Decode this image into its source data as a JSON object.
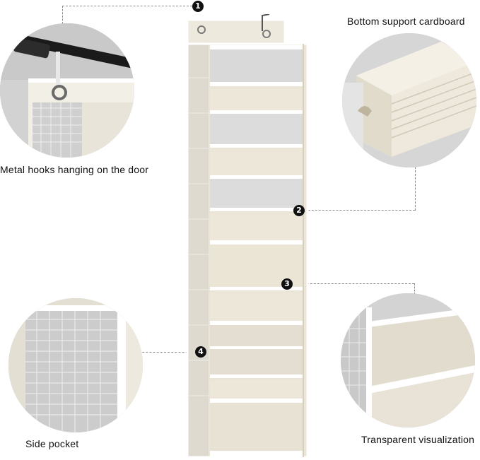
{
  "callouts": {
    "top_left": {
      "label": "Metal hooks hanging on the door",
      "number": "1"
    },
    "top_right": {
      "label": "Bottom support cardboard",
      "number": "2"
    },
    "bottom_right": {
      "label": "Transparent visualization",
      "number": "3"
    },
    "bottom_left": {
      "label": "Side pocket",
      "number": "4"
    }
  },
  "colors": {
    "fabric": "#ede7da",
    "fabric_shadow": "#d8d0bf",
    "trim": "#fbfbfb",
    "pvc": "#dcdcdc",
    "badge": "#111111",
    "dash": "#8a8a8a"
  },
  "icons": [
    "metal-hook-icon",
    "door-bar-icon"
  ]
}
